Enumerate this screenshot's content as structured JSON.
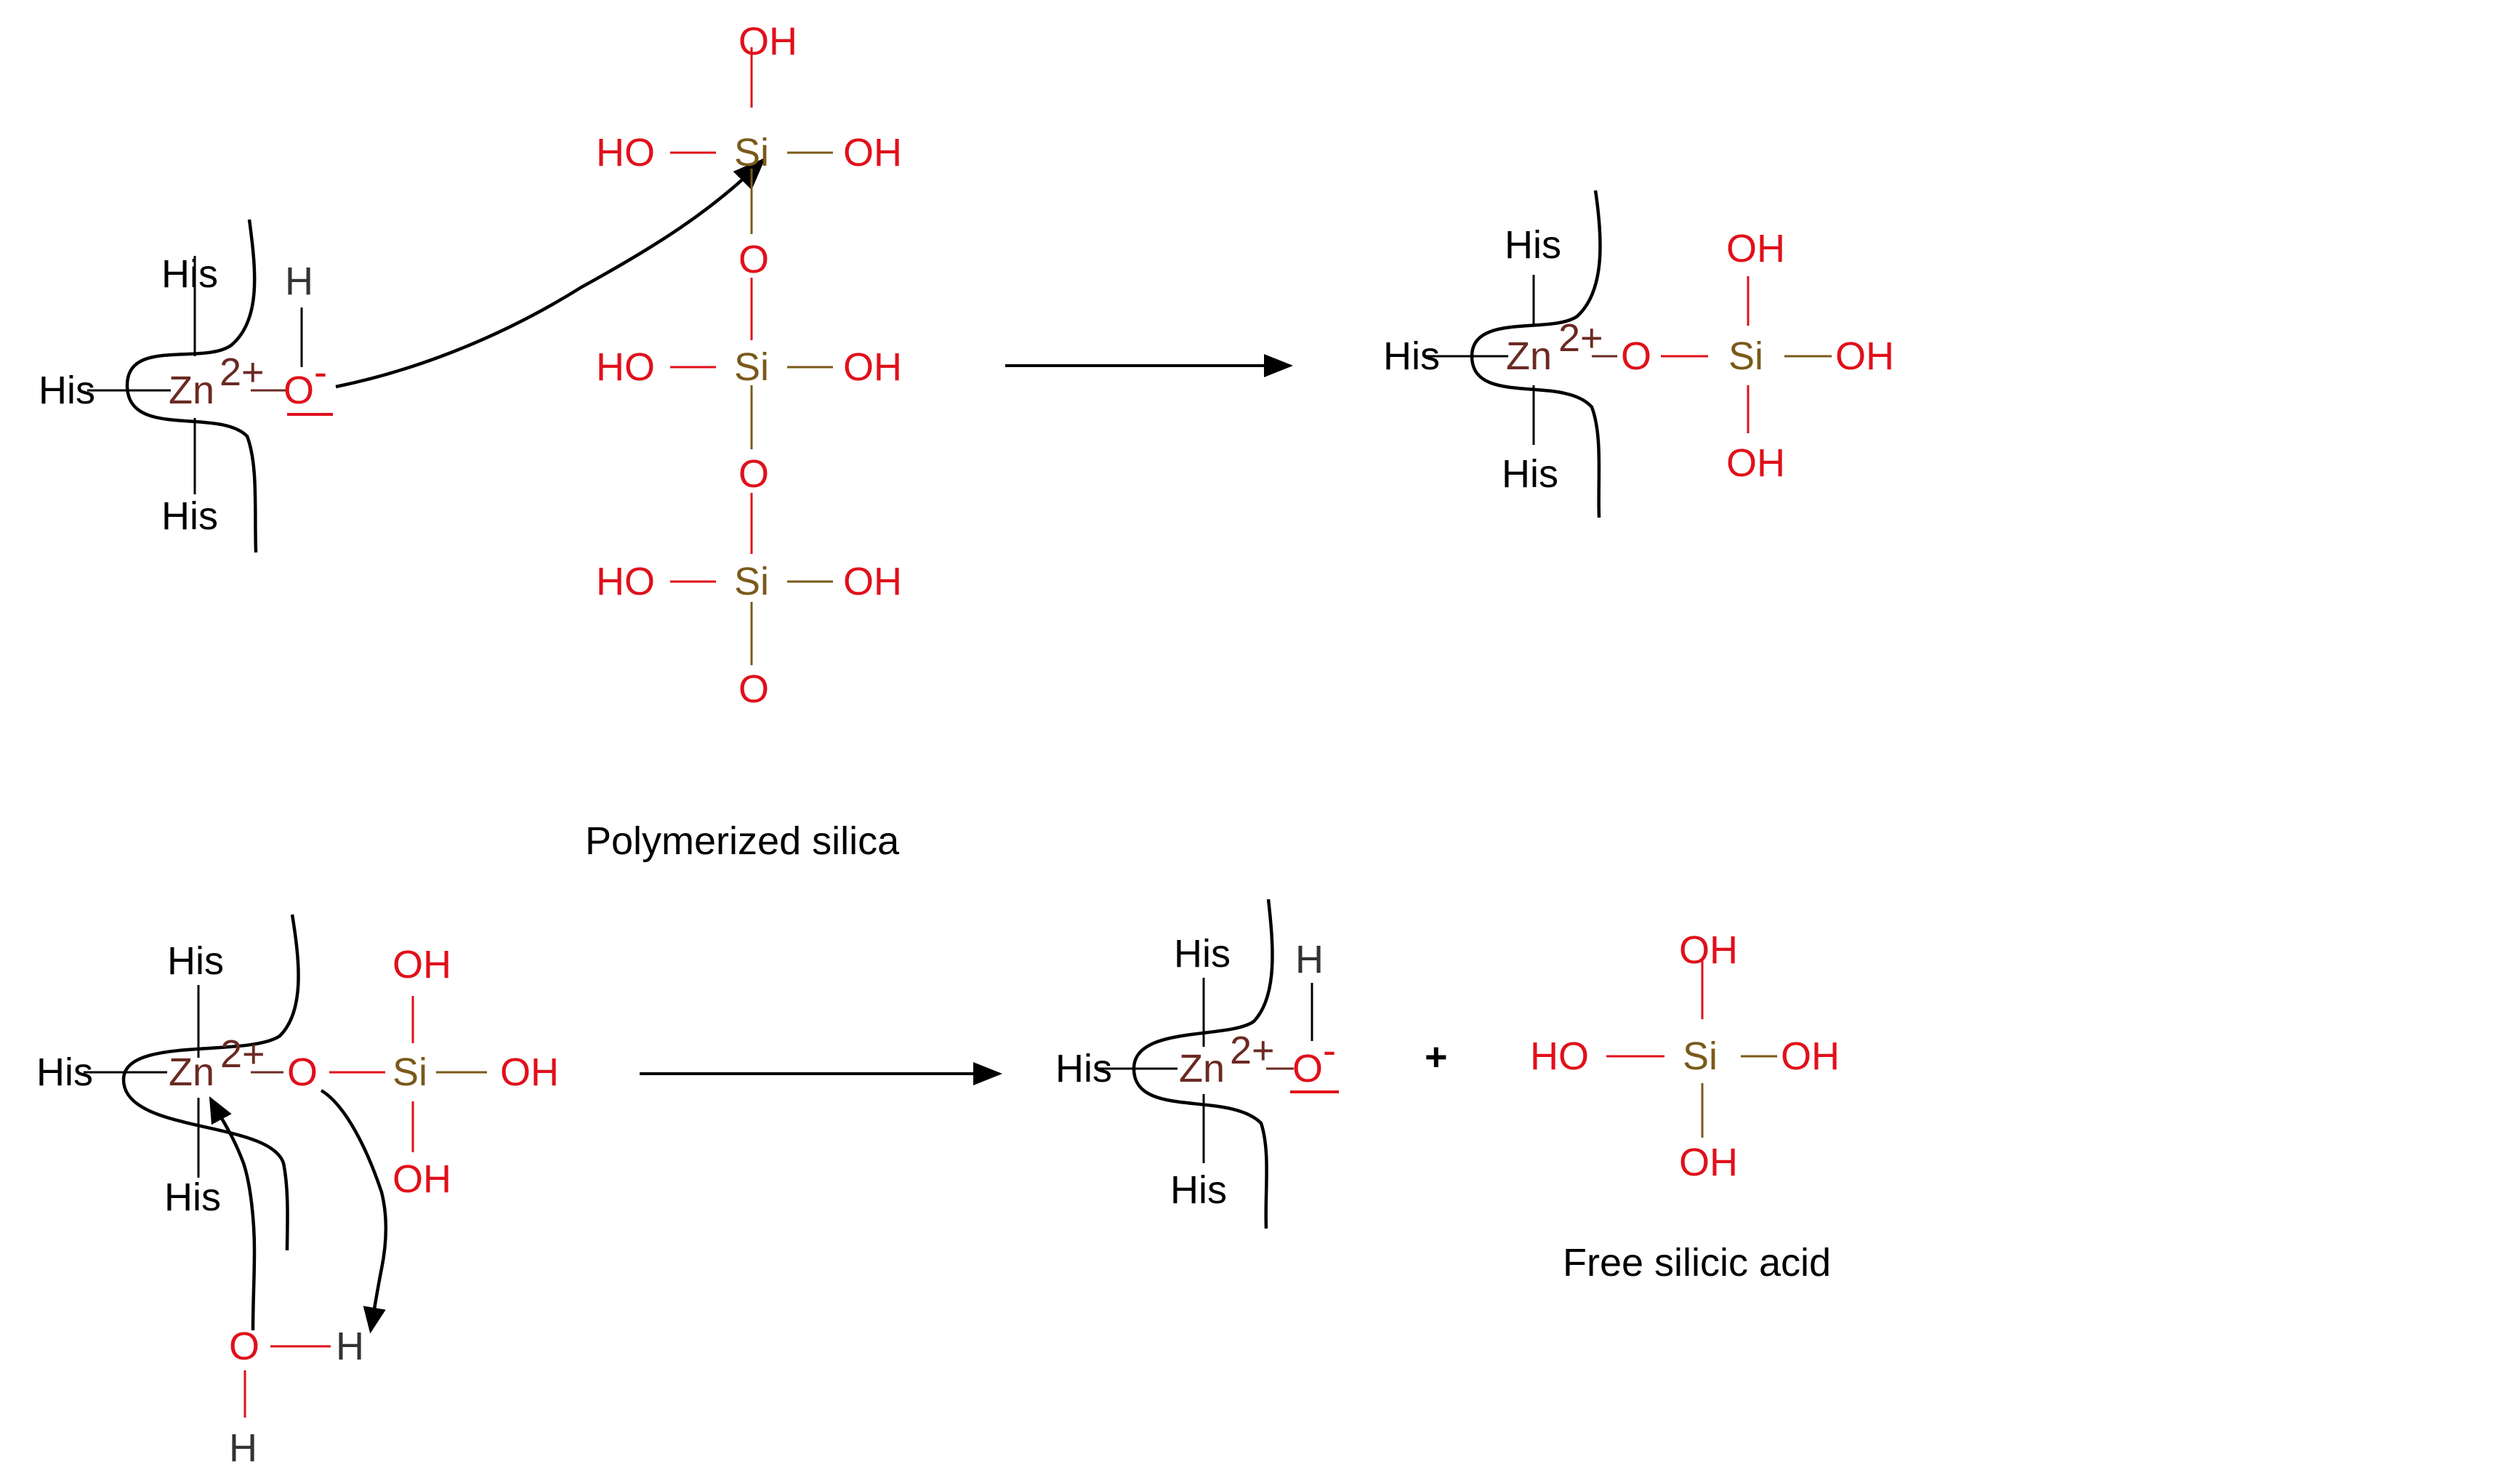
{
  "labels": {
    "his": "His",
    "zn": "Zn",
    "zn_charge": "2+",
    "o": "O",
    "o_charge": "-",
    "h": "H",
    "si": "Si",
    "oh": "OH",
    "ho": "HO",
    "plus": "+"
  },
  "captions": {
    "polymerized_silica": "Polymerized silica",
    "free_silicic_acid": "Free silicic acid"
  },
  "colors": {
    "oxygen": "#e0101a",
    "silicon": "#7a5a1a",
    "zinc": "#6b2a22",
    "carbon_text": "#000000"
  }
}
